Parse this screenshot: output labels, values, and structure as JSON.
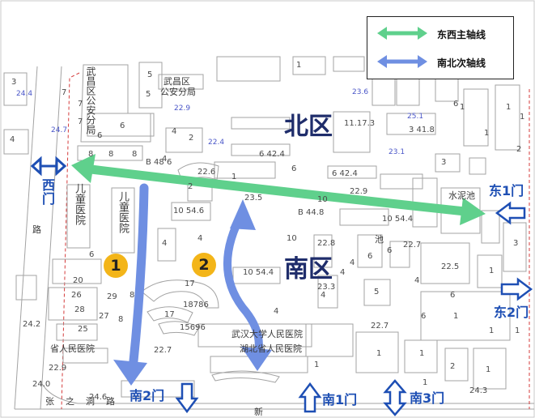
{
  "legend": {
    "east_west": {
      "label": "东西主轴线",
      "color": "#5fd08c"
    },
    "north_south": {
      "label": "南北次轴线",
      "color": "#6f8fe2"
    }
  },
  "zones": {
    "north": "北区",
    "south": "南区"
  },
  "gates": {
    "west": "西门",
    "east1": "东1门",
    "east2": "东2门",
    "south1": "南1门",
    "south2": "南2门",
    "south3": "南3门"
  },
  "markers": {
    "m1": "1",
    "m2": "2"
  },
  "colors": {
    "gate_arrow": "#1e4fb4",
    "marker": "#f3b519",
    "map_line": "#9a9a9a"
  },
  "map_labels": {
    "wuchang_police": "武昌区",
    "wuchang_police_2": "公安分局",
    "wuchang_vertical": "武昌区公安分局",
    "childrens_hospital_1": "儿童医院",
    "childrens_hospital_2": "儿童医院",
    "road_west": "路",
    "road_south": "张之洞路",
    "renmin_hospital_1": "武汉大学人民医院",
    "renmin_hospital_2": "湖北省人民医院",
    "renmin_hospital_3": "省人民医院",
    "water_tower": "水泥池",
    "pond": "池",
    "new": "新"
  },
  "building_numbers": [
    "5",
    "3",
    "6",
    "6",
    "7",
    "8",
    "8",
    "8",
    "4",
    "2",
    "1",
    "1",
    "1",
    "1",
    "1",
    "2",
    "3",
    "4",
    "6",
    "3",
    "5",
    "4",
    "5",
    "1",
    "1",
    "1",
    "1",
    "1",
    "2",
    "2",
    "4",
    "4",
    "4",
    "4",
    "4",
    "4",
    "4",
    "6",
    "6",
    "6",
    "6",
    "6",
    "6",
    "7",
    "7",
    "8",
    "8",
    "10",
    "10",
    "17",
    "17",
    "20",
    "25",
    "26",
    "27",
    "28",
    "29",
    "1",
    "1",
    "1",
    "1",
    "1"
  ],
  "height_labels": [
    "24.7",
    "22.9",
    "22.4",
    "23.6",
    "23.1",
    "24.4",
    "22.6",
    "22.8",
    "22.9",
    "23.5",
    "22.9",
    "24.2",
    "24.3",
    "24.6",
    "25.1",
    "22.7",
    "22.7",
    "22.7",
    "23.3",
    "24.0",
    "22.5"
  ],
  "building_codes": [
    "6 42.4",
    "6 42.4",
    "11.17.3",
    "10 54.6",
    "B 44.8",
    "10 54.4",
    "10 54.4",
    "18786",
    "15696",
    "3 41.8",
    "B 48 6"
  ]
}
